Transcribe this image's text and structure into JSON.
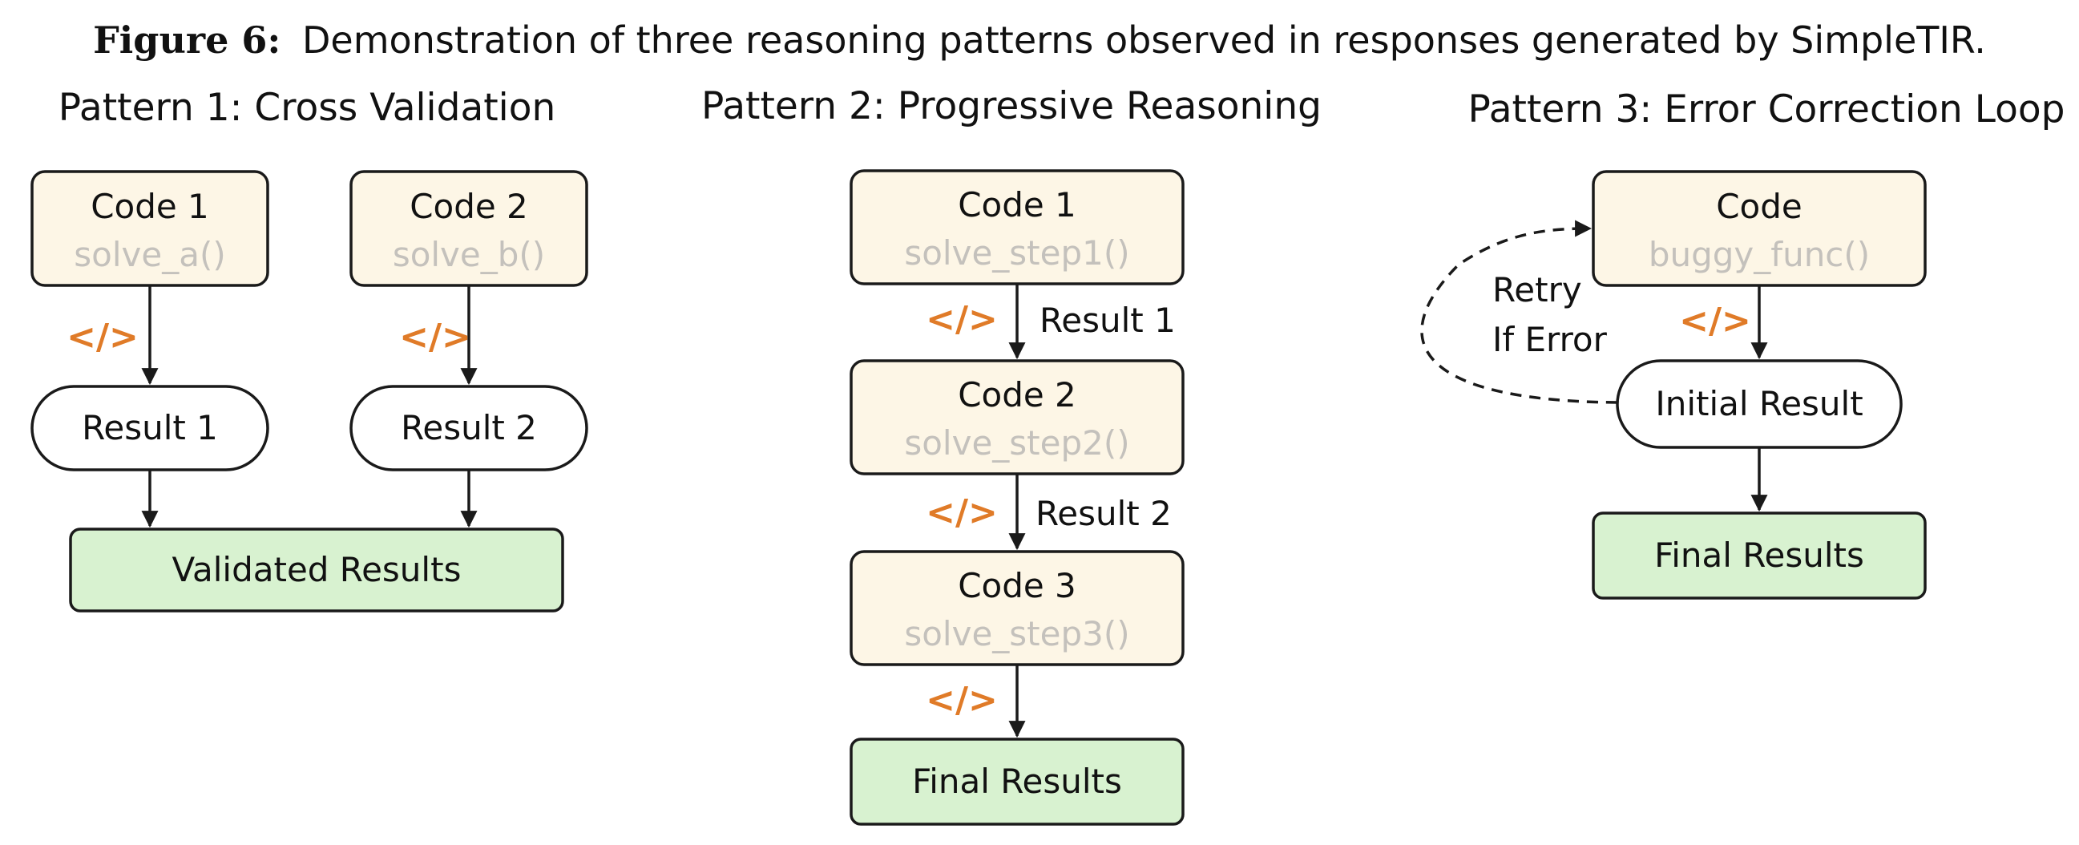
{
  "figure": {
    "label": "Figure 6:",
    "caption": "Demonstration of three reasoning patterns observed in responses generated by SimpleTIR."
  },
  "colors": {
    "code_fill": "#fdf6e6",
    "final_fill": "#d8f2d0",
    "stroke": "#1a1a1a",
    "icon": "#e07b28",
    "fn_text": "#c4c1bc"
  },
  "pattern1": {
    "title": "Pattern 1: Cross Validation",
    "code1": {
      "label": "Code 1",
      "fn": "solve_a()"
    },
    "code2": {
      "label": "Code 2",
      "fn": "solve_b()"
    },
    "result1": "Result 1",
    "result2": "Result 2",
    "final": "Validated Results"
  },
  "pattern2": {
    "title": "Pattern 2: Progressive Reasoning",
    "code1": {
      "label": "Code 1",
      "fn": "solve_step1()"
    },
    "code2": {
      "label": "Code 2",
      "fn": "solve_step2()"
    },
    "code3": {
      "label": "Code 3",
      "fn": "solve_step3()"
    },
    "edge1": "Result 1",
    "edge2": "Result 2",
    "final": "Final Results"
  },
  "pattern3": {
    "title": "Pattern 3: Error Correction Loop",
    "code": {
      "label": "Code",
      "fn": "buggy_func()"
    },
    "retry_line1": "Retry",
    "retry_line2": "If Error",
    "initial": "Initial Result",
    "final": "Final Results"
  },
  "icons": {
    "code": "</>"
  }
}
